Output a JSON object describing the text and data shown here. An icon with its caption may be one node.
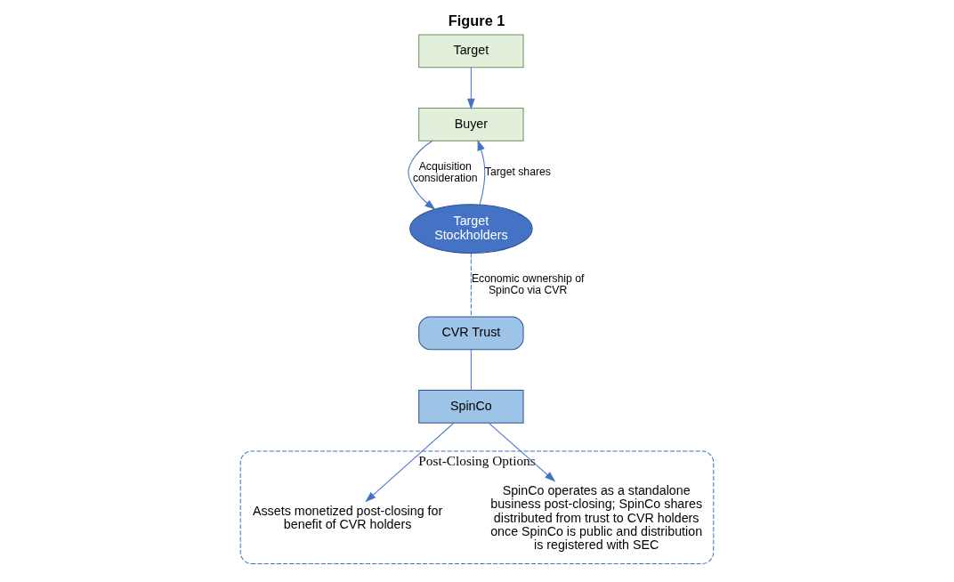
{
  "diagram": {
    "title": "Figure 1",
    "nodes": [
      {
        "text": [
          "Buyer"
        ]
      },
      {
        "text": [
          "Target"
        ]
      },
      {
        "text": [
          "Target Stockholders"
        ]
      },
      {
        "text": [
          "CVR Trust"
        ]
      },
      {
        "text": [
          "SpinCo"
        ]
      },
      {
        "text": [
          "Post-Closing Options"
        ]
      },
      {
        "text": [
          "Assets monetized post-closing for benefit of CVR holders"
        ],
        "in": 5
      },
      {
        "text": [
          "SpinCo operates as a standalone business post-closing; SpinCo shares distributed from trust to CVR holders once SpinCo is public and distribution is registered with SEC"
        ],
        "in": 5
      }
    ],
    "edges": [
      {
        "from": 0,
        "to": 2,
        "arrow": "to",
        "label": "Acquisition consideration"
      },
      {
        "from": 2,
        "to": 0,
        "arrow": "to",
        "label": "Target shares"
      },
      {
        "from": 1,
        "to": 0,
        "arrow": "to"
      },
      {
        "from": 2,
        "to": 3,
        "arrow": "none",
        "style": "dashed",
        "label": "Economic ownership of SpinCo via CVR"
      },
      {
        "from": 3,
        "to": 4,
        "arrow": "none"
      },
      {
        "from": 4,
        "to": 6,
        "arrow": "to"
      },
      {
        "from": 4,
        "to": 7,
        "arrow": "to"
      }
    ]
  }
}
